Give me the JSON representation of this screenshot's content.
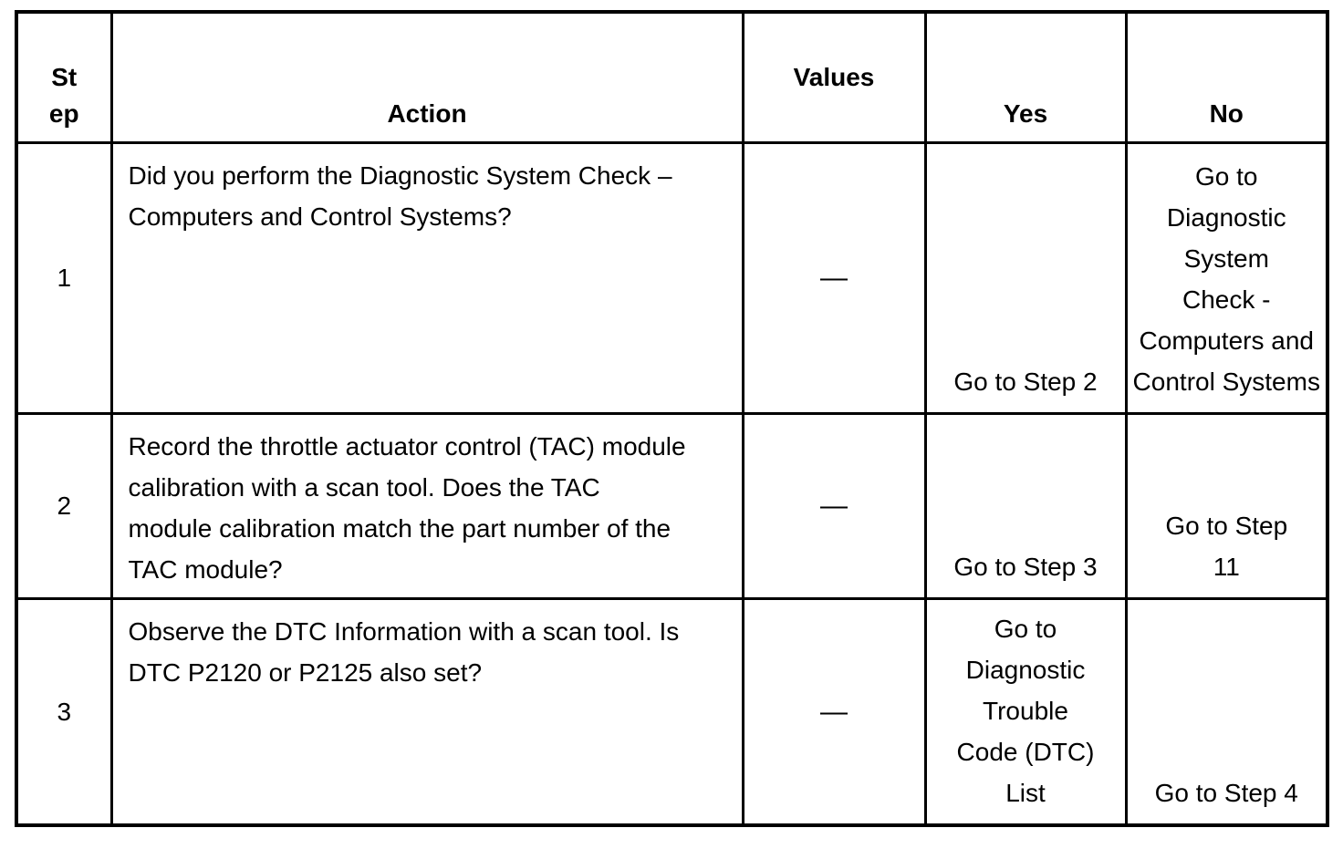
{
  "table": {
    "headers": {
      "step": "St\nep",
      "action": "Action",
      "values": "Values",
      "yes": "Yes",
      "no": "No"
    },
    "rows": [
      {
        "step": "1",
        "action": "Did you perform the Diagnostic System Check –\nComputers and Control Systems?",
        "values": "—",
        "yes": "Go to Step 2",
        "no": "Go to\nDiagnostic\nSystem\nCheck -\nComputers and\nControl Systems"
      },
      {
        "step": "2",
        "action": "Record the throttle actuator control (TAC) module\ncalibration with a scan tool. Does the TAC\nmodule calibration match the part number of the\nTAC module?",
        "values": "—",
        "yes": "Go to Step 3",
        "no": "Go to Step\n11"
      },
      {
        "step": "3",
        "action": "Observe the DTC Information with a scan tool. Is\nDTC P2120 or P2125 also set?",
        "values": "—",
        "yes": "Go to\nDiagnostic\nTrouble\nCode (DTC)\nList",
        "no": "Go to Step 4"
      }
    ]
  }
}
